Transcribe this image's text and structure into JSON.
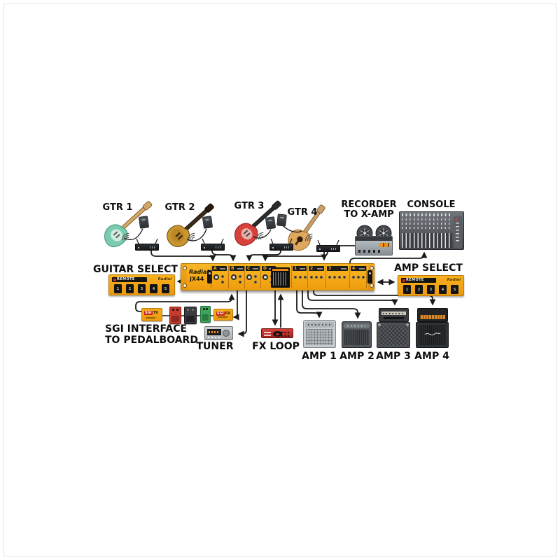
{
  "diagram": {
    "guitars": [
      "GTR 1",
      "GTR 2",
      "GTR 3",
      "GTR 4"
    ],
    "recorder": {
      "line1": "RECORDER",
      "line2": "TO X-AMP"
    },
    "console_label": "CONSOLE",
    "guitar_select_label": "GUITAR SELECT",
    "amp_select_label": "AMP SELECT",
    "unit": {
      "brand": "Radial",
      "model": "JX44",
      "inputs": [
        "A",
        "B",
        "C",
        "D"
      ],
      "outputs": [
        "1",
        "2",
        "3",
        "4"
      ]
    },
    "remote": {
      "header": "REMOTE",
      "brand": "Radial",
      "switches": [
        "1",
        "2",
        "3",
        "4",
        "5"
      ]
    },
    "sgi": {
      "line1": "SGI INTERFACE",
      "line2": "TO PEDALBOARD",
      "tx_brand": "SGI",
      "tx_side": "TX",
      "rx_brand": "SGI",
      "rx_side": "RX"
    },
    "tuner_label": "TUNER",
    "fx_loop_label": "FX LOOP",
    "amps": [
      "AMP 1",
      "AMP 2",
      "AMP 3",
      "AMP 4"
    ],
    "colors": {
      "wire": "#1b1b1b",
      "unit_yellow": "#f5a81c",
      "gtr1_body": "#7bccae",
      "gtr2_body": "#c9952f",
      "gtr3_body": "#d8403c",
      "gtr4_body": "#dfa75f",
      "fx_red": "#c5332c"
    }
  }
}
